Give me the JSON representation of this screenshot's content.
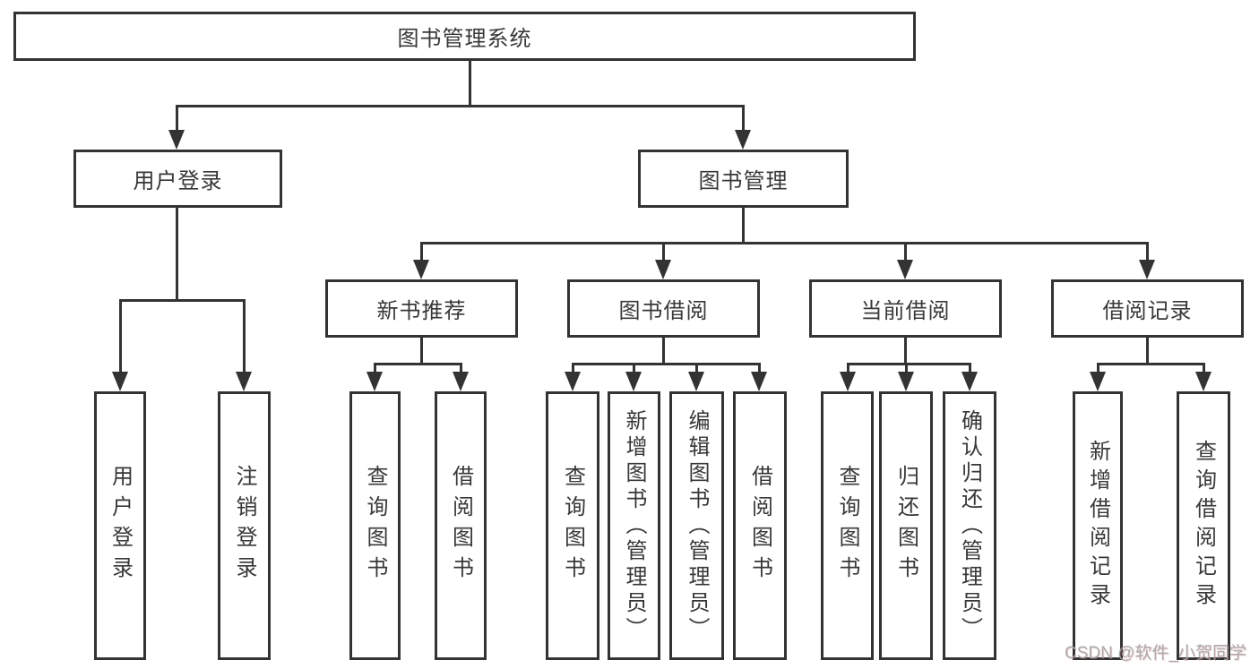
{
  "colors": {
    "line": "#333333",
    "box_border": "#333333",
    "text": "#383838",
    "background": "#ffffff",
    "watermark": "#a8a8a8"
  },
  "watermark": {
    "text": "CSDN @软件_小贺同学"
  },
  "diagram": {
    "root": {
      "label": "图书管理系统"
    },
    "branches": [
      {
        "label": "用户登录",
        "children": [
          {
            "label": "用户登录"
          },
          {
            "label": "注销登录"
          }
        ]
      },
      {
        "label": "图书管理",
        "children": [
          {
            "label": "新书推荐",
            "children": [
              {
                "label": "查询图书"
              },
              {
                "label": "借阅图书"
              }
            ]
          },
          {
            "label": "图书借阅",
            "children": [
              {
                "label": "查询图书"
              },
              {
                "label": "新增图书（管理员）"
              },
              {
                "label": "编辑图书（管理员）"
              },
              {
                "label": "借阅图书"
              }
            ]
          },
          {
            "label": "当前借阅",
            "children": [
              {
                "label": "查询图书"
              },
              {
                "label": "归还图书"
              },
              {
                "label": "确认归还（管理员）"
              }
            ]
          },
          {
            "label": "借阅记录",
            "children": [
              {
                "label": "新增借阅记录"
              },
              {
                "label": "查询借阅记录"
              }
            ]
          }
        ]
      }
    ]
  }
}
